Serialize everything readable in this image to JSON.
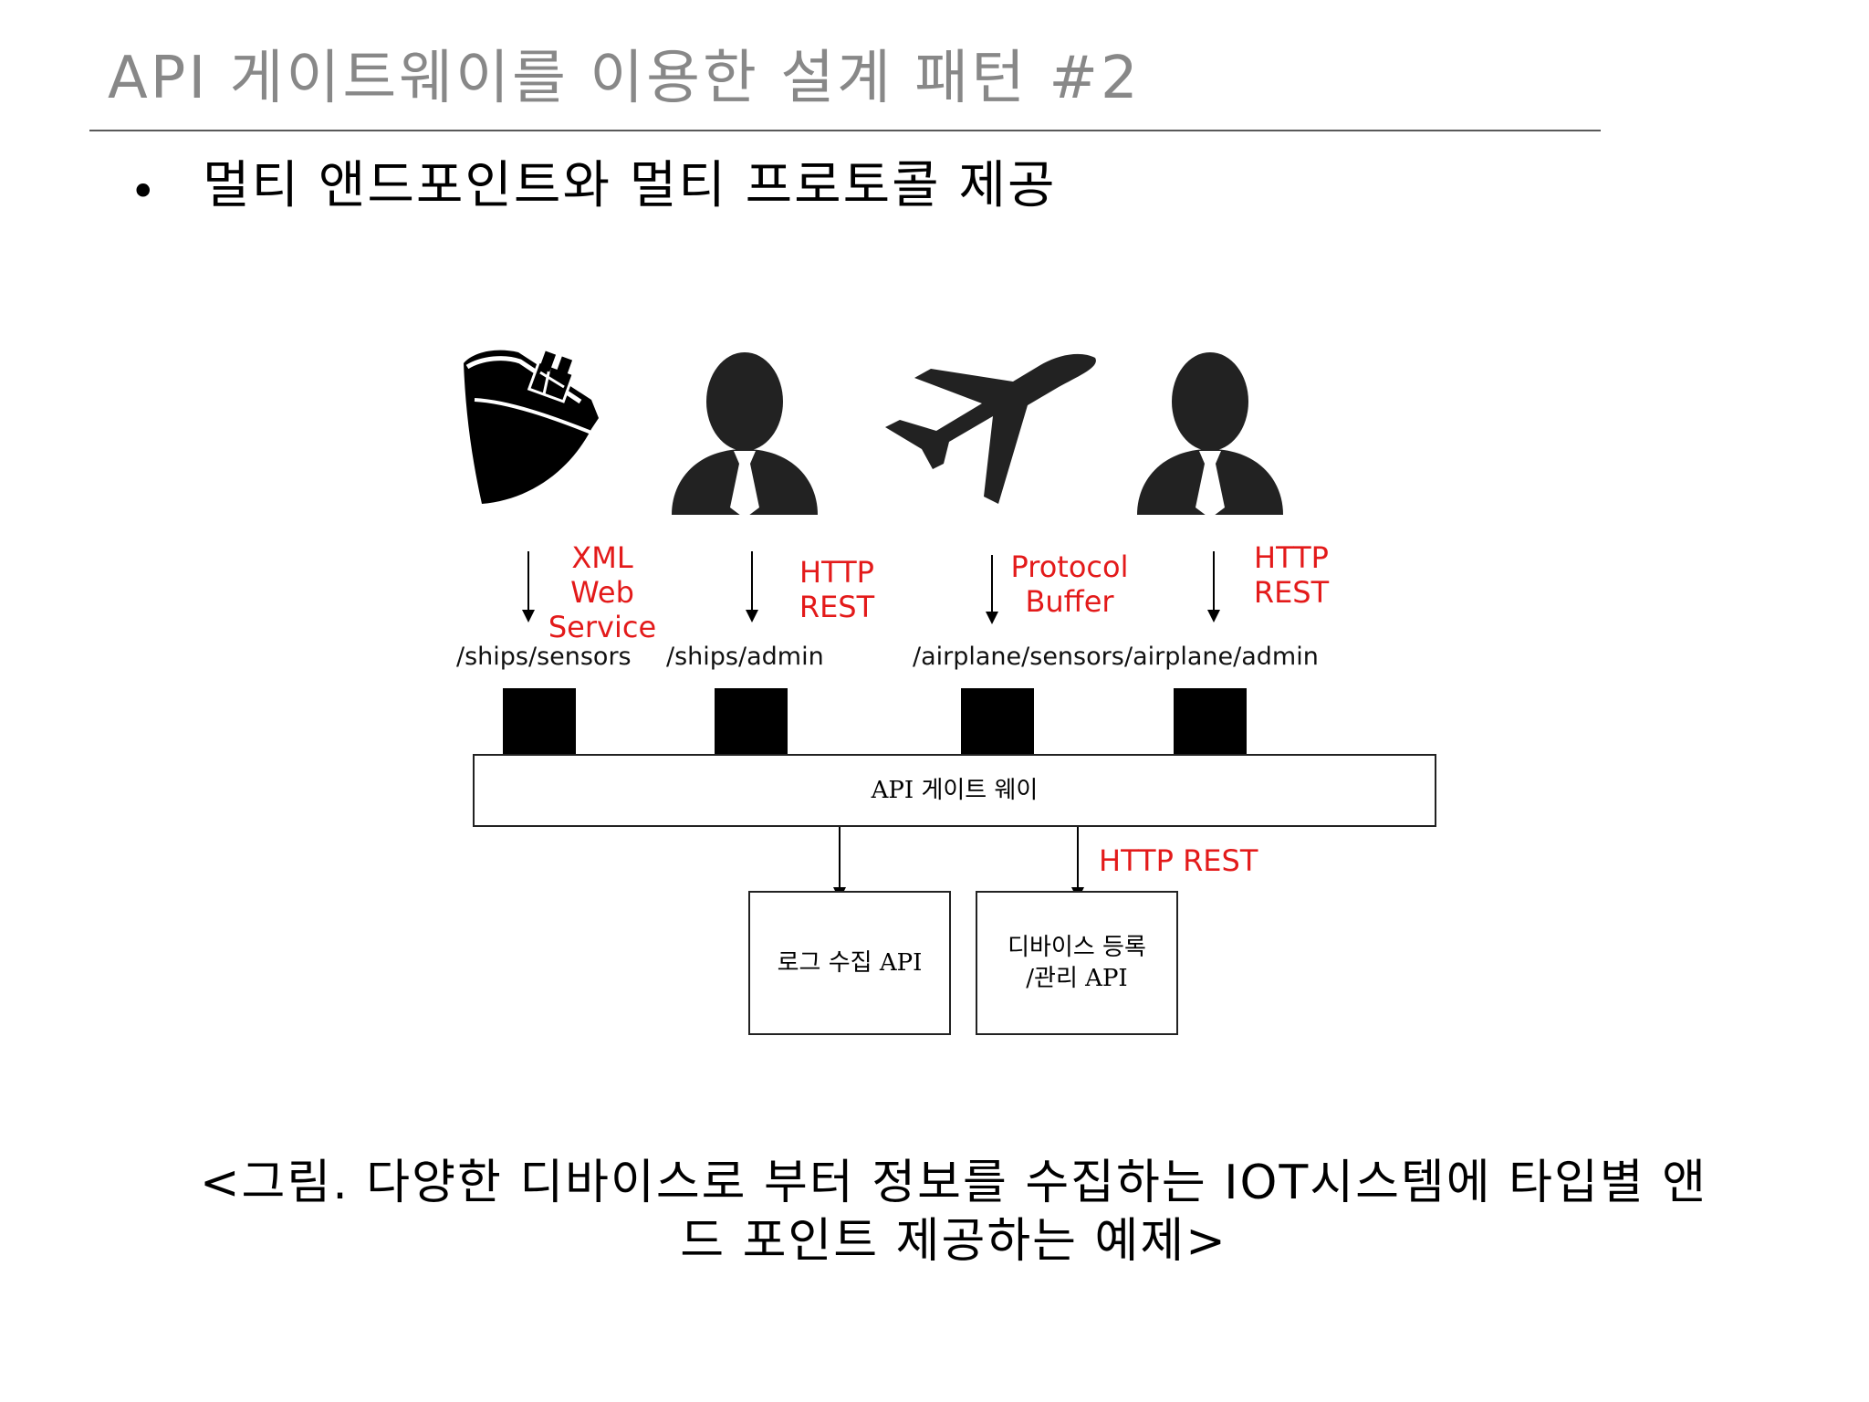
{
  "slide": {
    "title": "API 게이트웨이를 이용한 설계 패턴 #2",
    "bullet_text": "멀티 앤드포인트와 멀티 프로토콜 제공"
  },
  "diagram": {
    "clients": [
      {
        "icon": "ship-icon",
        "protocol_lines": [
          "XML",
          "Web",
          "Service"
        ],
        "path": "/ships/sensors"
      },
      {
        "icon": "user-icon",
        "protocol_lines": [
          "HTTP",
          "REST"
        ],
        "path": "/ships/admin"
      },
      {
        "icon": "airplane-icon",
        "protocol_lines": [
          "Protocol",
          "Buffer"
        ],
        "path": "/airplane/sensors"
      },
      {
        "icon": "user-icon",
        "protocol_lines": [
          "HTTP",
          "REST"
        ],
        "path": "/airplane/admin"
      }
    ],
    "gateway_label": "API 게이트 웨이",
    "backend_protocol": "HTTP REST",
    "services": [
      {
        "lines": [
          "로그 수집 API"
        ]
      },
      {
        "lines": [
          "디바이스 등록",
          "/관리 API"
        ]
      }
    ]
  },
  "caption_lines": [
    "<그림. 다양한 디바이스로 부터 정보를 수집하는  IOT시스템에 타입별 앤",
    "드 포인트 제공하는 예제>"
  ],
  "colors": {
    "title": "#888888",
    "protocol_text": "#e31a1a",
    "rule": "#595959"
  }
}
